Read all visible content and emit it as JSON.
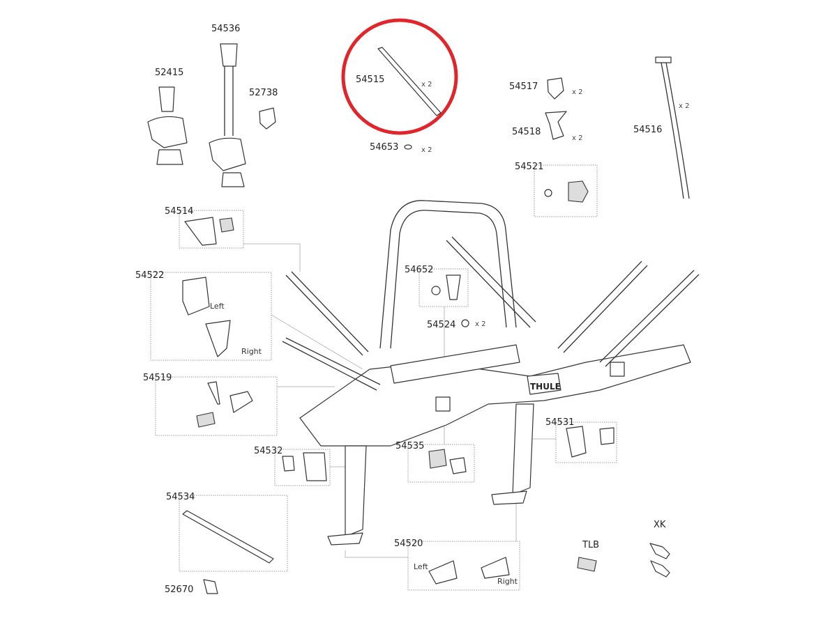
{
  "diagram": {
    "brand_logo": "THULE",
    "highlight_color": "#e0262b",
    "parts": [
      {
        "id": "54536",
        "label": "54536"
      },
      {
        "id": "52415",
        "label": "52415"
      },
      {
        "id": "52738",
        "label": "52738"
      },
      {
        "id": "54515",
        "label": "54515",
        "qty": "x 2"
      },
      {
        "id": "54653",
        "label": "54653",
        "qty": "x 2"
      },
      {
        "id": "54517",
        "label": "54517",
        "qty": "x 2"
      },
      {
        "id": "54518",
        "label": "54518",
        "qty": "x 2"
      },
      {
        "id": "54516",
        "label": "54516",
        "qty": "x 2"
      },
      {
        "id": "54521",
        "label": "54521"
      },
      {
        "id": "54514",
        "label": "54514"
      },
      {
        "id": "54522",
        "label": "54522",
        "left": "Left",
        "right": "Right"
      },
      {
        "id": "54652",
        "label": "54652"
      },
      {
        "id": "54524",
        "label": "54524",
        "qty": "x 2"
      },
      {
        "id": "54519",
        "label": "54519"
      },
      {
        "id": "54531",
        "label": "54531"
      },
      {
        "id": "54532",
        "label": "54532"
      },
      {
        "id": "54535",
        "label": "54535"
      },
      {
        "id": "54534",
        "label": "54534"
      },
      {
        "id": "54520",
        "label": "54520",
        "left": "Left",
        "right": "Right"
      },
      {
        "id": "TLB",
        "label": "TLB"
      },
      {
        "id": "XK",
        "label": "XK"
      },
      {
        "id": "52670",
        "label": "52670"
      }
    ]
  }
}
